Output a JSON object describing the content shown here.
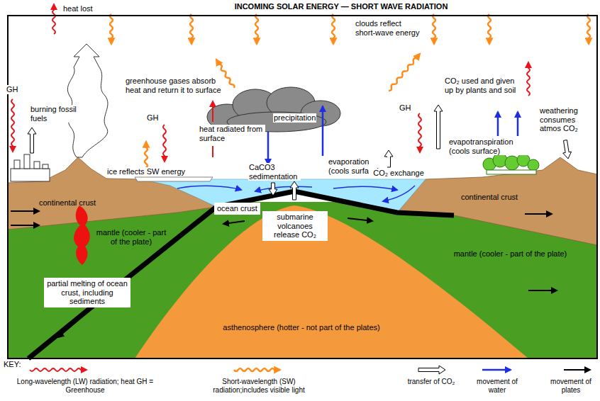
{
  "diagram": {
    "title": "INCOMING SOLAR ENERGY — SHORT WAVE RADIATION",
    "nodes": [
      {
        "text": [
          "ocean crust"
        ]
      },
      {
        "text": [
          "submarine volcanoes release CO₂"
        ]
      },
      {
        "text": [
          "partial melting of ocean crust, including sediments"
        ]
      }
    ],
    "labels": [
      "heat lost",
      "GH",
      "burning fossil fuels",
      "greenhouse gases absorb heat and return it to surface",
      "GH",
      "heat radiated from surface",
      "clouds reflect short-wave energy",
      "precipitation",
      "CO₂ used and given up by plants and soil",
      "GH",
      "weathering consumes atmos CO₂",
      "evaporation (cools surface)",
      "CO₂ exchange",
      "evapotranspiration (cools surface)",
      "ice reflects SW energy",
      "CaCO3 sedimentation",
      "continental crust",
      "continental crust",
      "mantle (cooler - part of the plate)",
      "mantle (cooler - part of the plate)",
      "asthenosphere (hotter - not part of the plates)",
      "KEY:"
    ],
    "legend": [
      {
        "text": "Long-wavelength (LW) radiation; heat GH = Greenhouse"
      },
      {
        "text": "Short-wavelength (SW) radiation;includes visible light"
      },
      {
        "text": "transfer of CO₂"
      },
      {
        "text": "movement of water"
      },
      {
        "text": "movement of plates"
      }
    ]
  }
}
